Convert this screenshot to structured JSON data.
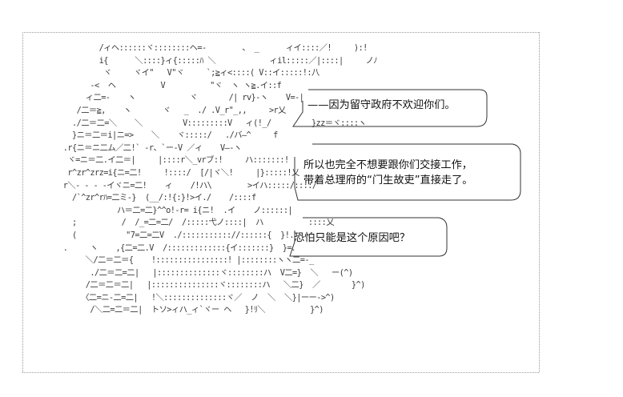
{
  "art_lines": [
    "           /ィヘ::::::ヾ::::::::ヘ=-        、 _      ィイ::::／!     ):!",
    "           i{      ＼::::}ィ{:::::ﾊ ＼            ィil:::::／|::::|     ノﾉ",
    "            ヾ     ヾイ\"   V\"ヾ     `;≧ィ<::::( V::イ:::::!:八",
    "         -<  ヘ          V          \"ヾ  ヽ ヽ≧.イ::f",
    "        ィ二=-    ヽ            ヾ       /| rv}-ヽ    V=-|",
    "      /二＝≧,    ヽ       ヾ   _  ./ .V_r\"_,,     >r乂",
    "     ./二＝二=＼    ＼         V:::::::::V   ィ(!_/         }zz＝ヾ::::ヽ",
    "     }ニ＝二＝i|ニ=>    ＼    ヾ:::::/   ./バ―^     f",
    "   .r{ニ＝ニ二ム／二!` -r、`ー-V ／ィ    V―-ヽ",
    "    ヾ=ニ＝二.イ二＝|     |::::r＼_vrブ:!     ハ:::::::!",
    "    r^zr^zrz=i{ニ=二!     !::::/  [/|ヾ＼!     |}:::::!乂",
    "   r＼- - - -イヾニ=二!    ィ    /!ハ\\        >イハ:::::/::::/",
    "     /`^zr^rﾊ=二ミ-}  (__/:!{:}!>イ./    /::::f",
    "               ハ＝二=二}^^o!-r= i{ニ!  .イ    ノ::::::|",
    "     ;          /  /_=二=二/  /:::::弋ノ::::|  ハ          ::::乂",
    "     (           \"7=二=二V  ./::::::::::://::::::{  }!.",
    "   .     ヽ    ,{二=二.V  /:::::::::::::{イ:::::::}  }=、",
    "        ＼/二＝二＝{    !::::::::::::::::! |::::::::ヽヽ二=-_",
    "         ./二＝二=二|   |::::::::::::::ヾ::::::::ハ  V二=}  ＼   ー(^)",
    "        /二＝二＝二|   |:::::::::::::::ヾ::::::::ハ   ＼二}  ／       }^)",
    "       〈二=ニ-二=二|   !＼::::::::::::::ヾ／  ノ  ＼  ＼}|ーー->^)",
    "         /＼二=二＝二|  トソ>ィハ_ィ`ヾー ヘ   }!ﾘ＼          }^)"
  ],
  "bubbles": [
    {
      "lines": [
        "——因为留守政府不欢迎你们。"
      ]
    },
    {
      "lines": [
        "所以也完全不想要跟你们交接工作，",
        "带着总理府的“门生故吏”直接走了。"
      ]
    },
    {
      "lines": [
        "恐怕只能是这个原因吧？"
      ]
    }
  ]
}
